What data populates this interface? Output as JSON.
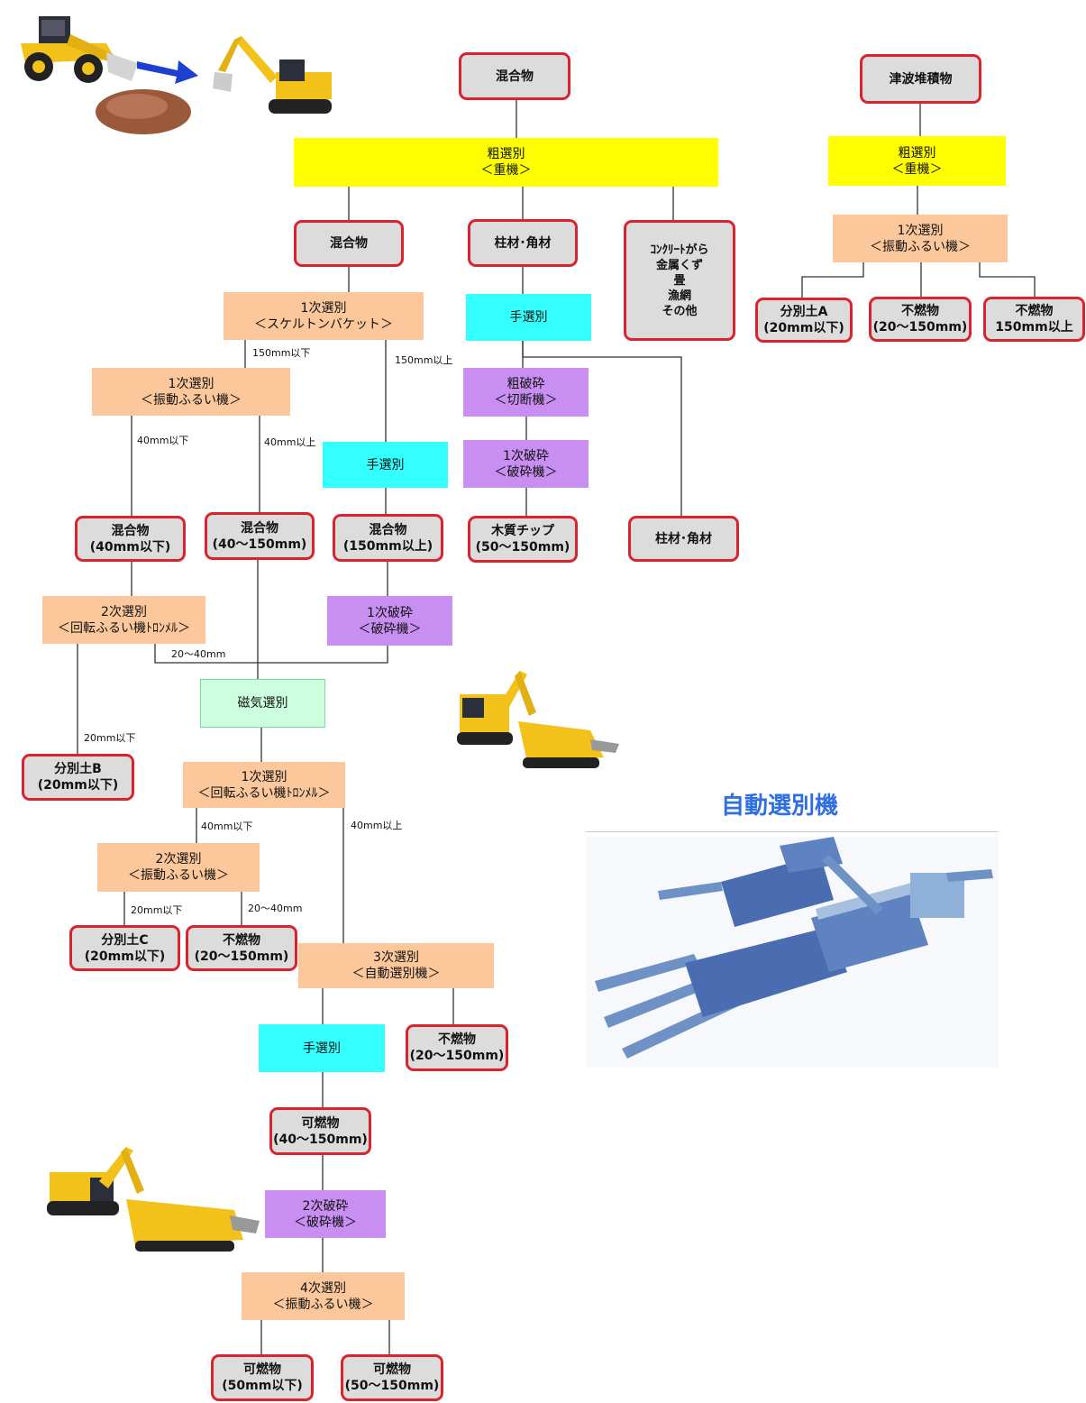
{
  "colors": {
    "outcome_fill": "#dcdcdc",
    "outcome_border": "#d9232e",
    "coarse_sorting": "#ffff00",
    "screening": "#fcc89b",
    "crushing": "#c88ef2",
    "hand_sorting": "#33ffff",
    "magnetic_sorting": "#ccffdd",
    "title": "#2f6fe0"
  },
  "icons": [
    "wheel-loader-icon",
    "soil-pile-icon",
    "arrow-right-icon",
    "excavator-icon",
    "excavator-crusher-icon",
    "automatic-sorting-machine-icon"
  ],
  "left_flow": {
    "mixed": "混合物",
    "coarse_sort": "粗選別\n＜重機＞",
    "mixed_out": "混合物",
    "pillars": "柱材･角材",
    "concrete_etc": "ｺﾝｸﾘｰﾄがら\n金属くず\n畳\n漁網\nその他",
    "skeleton_sort": "1次選別\n＜スケルトンバケット＞",
    "hand_sort_1": "手選別",
    "lbl_150_below": "150mm以下",
    "lbl_150_above": "150mm以上",
    "vib_sort_1": "1次選別\n＜振動ふるい機＞",
    "coarse_crush": "粗破砕\n＜切断機＞",
    "lbl_40_below": "40mm以下",
    "lbl_40_above": "40mm以上",
    "hand_sort_2": "手選別",
    "primary_crush_wood": "1次破砕\n＜破砕機＞",
    "mixed_40": "混合物\n(40mm以下)",
    "mixed_40_150": "混合物\n(40～150mm)",
    "mixed_150": "混合物\n(150mm以上)",
    "wood_chip": "木質チップ\n(50～150mm)",
    "pillars_out": "柱材･角材",
    "trommel_2": "2次選別\n＜回転ふるい機ﾄﾛﾝﾒﾙ＞",
    "primary_crush_2": "1次破砕\n＜破砕機＞",
    "lbl_20_40_a": "20～40mm",
    "magnetic": "磁気選別",
    "lbl_20_below_a": "20mm以下",
    "soil_b": "分別土B\n(20mm以下)",
    "trommel_1": "1次選別\n＜回転ふるい機ﾄﾛﾝﾒﾙ＞",
    "lbl_40_below_b": "40mm以下",
    "lbl_40_above_b": "40mm以上",
    "vib_sort_2": "2次選別\n＜振動ふるい機＞",
    "lbl_20_below_b": "20mm以下",
    "lbl_20_40_b": "20～40mm",
    "soil_c": "分別土C\n(20mm以下)",
    "noncomb_1": "不燃物\n(20～150mm)",
    "auto_sort_3": "3次選別\n＜自動選別機＞",
    "hand_sort_3": "手選別",
    "noncomb_2": "不燃物\n(20～150mm)",
    "comb_40_150": "可燃物\n(40～150mm)",
    "secondary_crush": "2次破砕\n＜破砕機＞",
    "vib_sort_4": "4次選別\n＜振動ふるい機＞",
    "comb_50": "可燃物\n(50mm以下)",
    "comb_50_150": "可燃物\n(50～150mm)"
  },
  "right_flow": {
    "tsunami": "津波堆積物",
    "coarse_sort": "粗選別\n＜重機＞",
    "vib_sort": "1次選別\n＜振動ふるい機＞",
    "soil_a": "分別土A\n(20mm以下)",
    "noncomb_mid": "不燃物\n(20～150mm)",
    "noncomb_large": "不燃物\n150mm以上"
  },
  "machine_title": "自動選別機"
}
